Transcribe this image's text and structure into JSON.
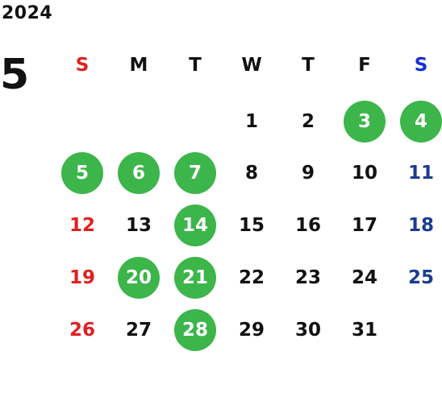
{
  "year": "2024",
  "month": "5",
  "colors": {
    "sunday": "#e02020",
    "saturday": "#1a3d8f",
    "weekday": "#111111",
    "highlight": "#3cb54a",
    "highlight_text": "#ffffff",
    "sunday_header": "#e02020",
    "saturday_header": "#1a2fd0"
  },
  "weekdays": [
    "S",
    "M",
    "T",
    "W",
    "T",
    "F",
    "S"
  ],
  "weeks": [
    [
      null,
      null,
      null,
      {
        "d": "1"
      },
      {
        "d": "2"
      },
      {
        "d": "3",
        "h": true
      },
      {
        "d": "4",
        "h": true
      }
    ],
    [
      {
        "d": "5",
        "h": true
      },
      {
        "d": "6",
        "h": true
      },
      {
        "d": "7",
        "h": true
      },
      {
        "d": "8"
      },
      {
        "d": "9"
      },
      {
        "d": "10"
      },
      {
        "d": "11"
      }
    ],
    [
      {
        "d": "12"
      },
      {
        "d": "13"
      },
      {
        "d": "14",
        "h": true
      },
      {
        "d": "15"
      },
      {
        "d": "16"
      },
      {
        "d": "17"
      },
      {
        "d": "18"
      }
    ],
    [
      {
        "d": "19"
      },
      {
        "d": "20",
        "h": true
      },
      {
        "d": "21",
        "h": true
      },
      {
        "d": "22"
      },
      {
        "d": "23"
      },
      {
        "d": "24"
      },
      {
        "d": "25"
      }
    ],
    [
      {
        "d": "26"
      },
      {
        "d": "27"
      },
      {
        "d": "28",
        "h": true
      },
      {
        "d": "29"
      },
      {
        "d": "30"
      },
      {
        "d": "31"
      },
      null
    ]
  ]
}
